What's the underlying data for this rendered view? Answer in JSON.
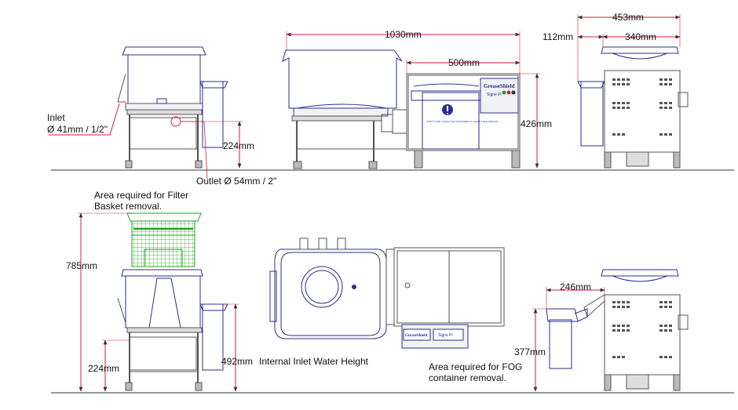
{
  "colors": {
    "dim_line": "#d91b3a",
    "outline": "#2a2f8f",
    "steel": "#555555",
    "basket": "#1aa51a",
    "panel_fill": "#f2f2f6",
    "ground": "#333333"
  },
  "labels": {
    "inlet": "Inlet",
    "inlet_diameter": "Ø  41mm / 1/2\"",
    "outlet": "Outlet Ø   54mm / 2\"",
    "filter_area_line1": "Area required for Filter",
    "filter_area_line2": "Basket   removal.",
    "internal_inlet": "Internal Inlet Water Height",
    "fog_area_line1": "Area required for FOG",
    "fog_area_line2": "container removal."
  },
  "dimensions": {
    "overall_length": "1030mm",
    "unit_length": "500mm",
    "height": "426mm",
    "overall_width": "453mm",
    "body_width": "340mm",
    "side_offset": "112mm",
    "inlet_height_top": "224mm",
    "filter_height": "785mm",
    "inlet_height_bottom": "224mm",
    "water_height": "492mm",
    "fog_depth": "246mm",
    "fog_height": "377mm"
  },
  "plates": {
    "brand": "GreaseShield",
    "model": "Signe Pi",
    "warning": "EMPTY AND CLEAN THE CONTAINER AT LEAST ONCE PER DAY"
  }
}
